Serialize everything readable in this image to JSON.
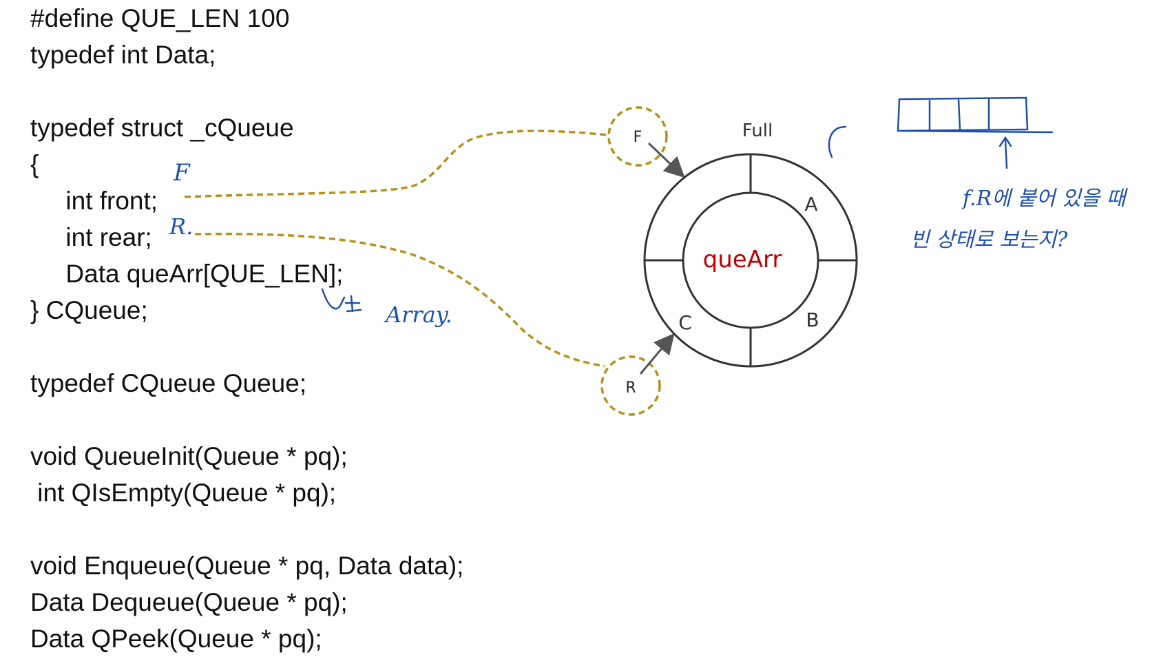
{
  "code_lines": [
    "#define QUE_LEN 100",
    "typedef int Data;",
    "",
    "typedef struct _cQueue",
    "{",
    "     int front;",
    "     int rear;",
    "     Data queArr[QUE_LEN];",
    "} CQueue;",
    "",
    "typedef CQueue Queue;",
    "",
    "void QueueInit(Queue * pq);",
    " int QIsEmpty(Queue * pq);",
    "",
    "void Enqueue(Queue * pq, Data data);",
    "Data Dequeue(Queue * pq);",
    "Data QPeek(Queue * pq);"
  ],
  "diagram": {
    "full_label": "Full",
    "center_label": "queArr",
    "slot_a": "A",
    "slot_b": "B",
    "slot_c": "C",
    "front_marker": "F",
    "rear_marker": "R"
  },
  "annotations": {
    "front_note": "F",
    "rear_note": "R.",
    "array_note": "Array.",
    "note_line1": "f.R에 붙어 있을 때",
    "note_line2": "빈 상태로 보는지?"
  },
  "colors": {
    "dash_line": "#b8901a",
    "ink": "#1f4fb0",
    "center_text": "#c00000",
    "ring": "#333333"
  }
}
